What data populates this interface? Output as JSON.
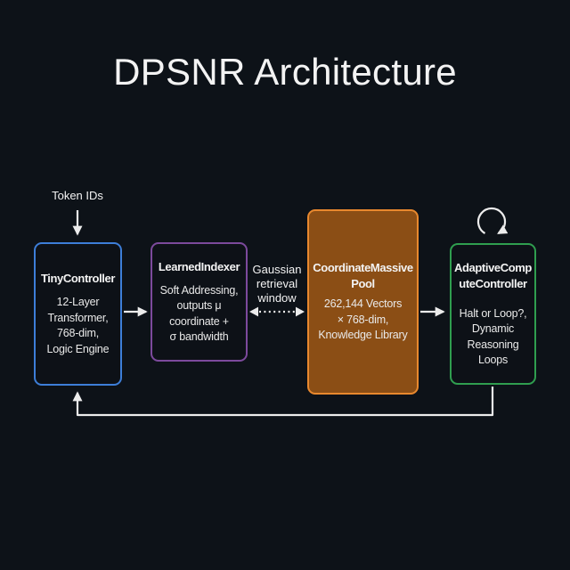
{
  "colors": {
    "background": "#0d1218",
    "panel": "#0d1117",
    "line": "#ececec",
    "text": "#f3f3f3",
    "body_text": "#e9e9e9"
  },
  "header": {
    "title": "DPSNR Architecture"
  },
  "labels": {
    "token_ids": "Token IDs",
    "gaussian_window": "Gaussian\nretrieval\nwindow"
  },
  "nodes": [
    {
      "id": "tiny-controller",
      "title": "TinyController",
      "body": "12-Layer\nTransformer,\n768-dim,\nLogic Engine",
      "border_color": "#3d7ed8"
    },
    {
      "id": "learned-indexer",
      "title": "LearnedIndexer",
      "body": "Soft Addressing,\noutputs μ\ncoordinate +\nσ bandwidth",
      "border_color": "#7c4a9c"
    },
    {
      "id": "coordinate-massive-pool",
      "title": "CoordinateMassive\nPool",
      "body": "262,144 Vectors\n× 768-dim,\nKnowledge Library",
      "border_color": "#e8882e",
      "fill_color": "#8b4e15"
    },
    {
      "id": "adaptive-compute-controller",
      "title": "AdaptiveComp\nuteController",
      "body": "Halt or Loop?,\nDynamic\nReasoning\nLoops",
      "border_color": "#2f9e4f"
    }
  ]
}
